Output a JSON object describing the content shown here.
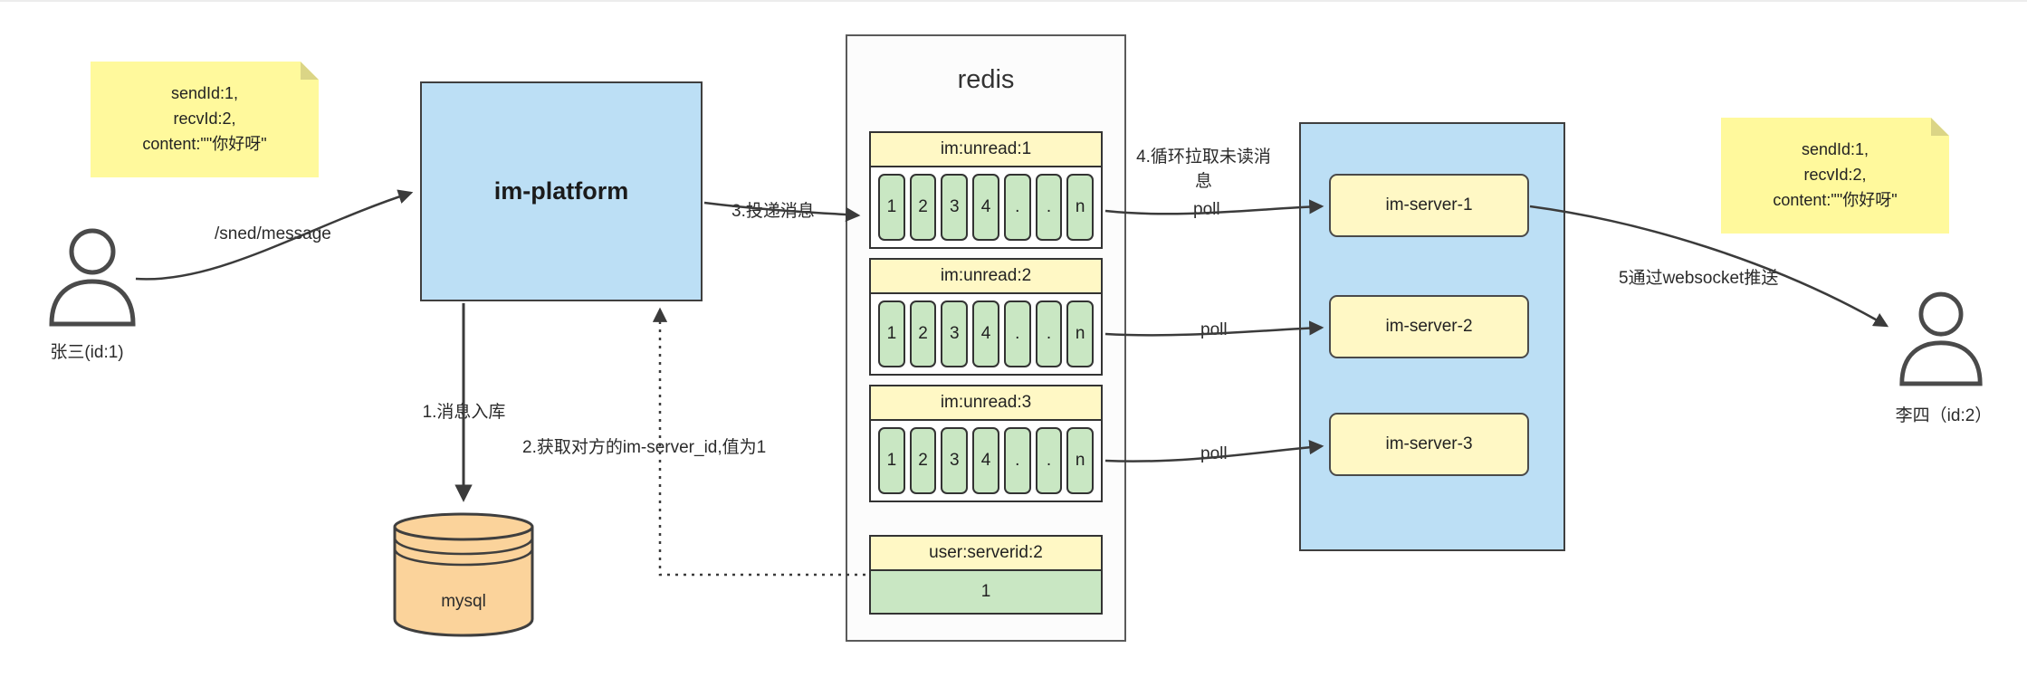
{
  "colors": {
    "blue": "#BCDFF5",
    "yellow": "#FFF8C5",
    "green": "#C9E7C3",
    "orange": "#FBD39B",
    "note_yellow": "#FFF99C",
    "line": "#3b3b3b"
  },
  "notes": {
    "left": {
      "lines": [
        "sendId:1,",
        "recvId:2,",
        "content:\"\"你好呀\""
      ]
    },
    "right": {
      "lines": [
        "sendId:1,",
        "recvId:2,",
        "content:\"\"你好呀\""
      ]
    }
  },
  "actors": {
    "sender": {
      "label": "张三(id:1)"
    },
    "receiver": {
      "label": "李四（id:2）"
    }
  },
  "platform": {
    "label": "im-platform"
  },
  "database": {
    "label": "mysql"
  },
  "redis": {
    "title": "redis",
    "queues": [
      {
        "header": "im:unread:1",
        "cells": [
          "1",
          "2",
          "3",
          "4",
          ".",
          ".",
          "n"
        ]
      },
      {
        "header": "im:unread:2",
        "cells": [
          "1",
          "2",
          "3",
          "4",
          ".",
          ".",
          "n"
        ]
      },
      {
        "header": "im:unread:3",
        "cells": [
          "1",
          "2",
          "3",
          "4",
          ".",
          ".",
          "n"
        ]
      }
    ],
    "kv": {
      "header": "user:serverid:2",
      "value": "1"
    }
  },
  "servers": {
    "items": [
      "im-server-1",
      "im-server-2",
      "im-server-3"
    ]
  },
  "edges": {
    "send_label": "/sned/message",
    "step1_label": "1.消息入库",
    "step2_label": "2.获取对方的im-server_id,值为1",
    "step3_label": "3.投递消息",
    "step4_label": "4.循环拉取未读消息",
    "step5_label": "5通过websocket推送",
    "poll_labels": [
      "poll",
      "poll",
      "poll"
    ]
  }
}
